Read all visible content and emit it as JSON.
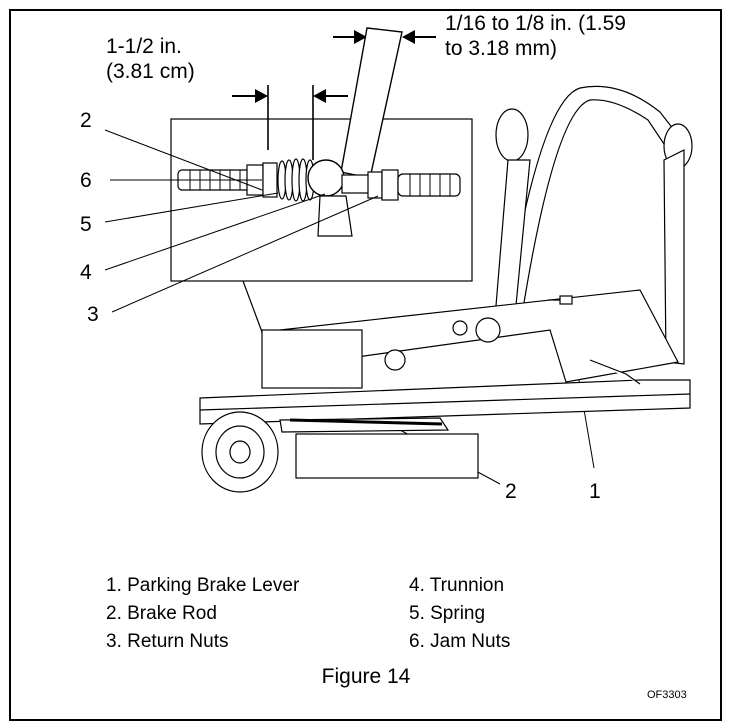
{
  "callouts": {
    "top_left_dim_line1": "1-1/2 in.",
    "top_left_dim_line2": "(3.81 cm)",
    "top_right_dim_line1": "1/16 to 1/8 in. (1.59",
    "top_right_dim_line2": "to 3.18 mm)",
    "num_2_inset": "2",
    "num_6": "6",
    "num_5": "5",
    "num_4": "4",
    "num_3": "3",
    "num_2_main": "2",
    "num_1": "1"
  },
  "legend": {
    "items": [
      "1. Parking Brake Lever",
      "2. Brake Rod",
      "3. Return Nuts",
      "4. Trunnion",
      "5. Spring",
      "6. Jam Nuts"
    ]
  },
  "caption": "Figure 14",
  "figure_code": "OF3303"
}
